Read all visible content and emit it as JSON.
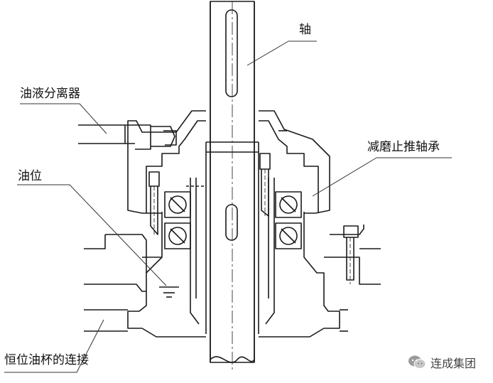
{
  "labels": {
    "shaft": "轴",
    "oil_separator": "油液分离器",
    "thrust_bearing": "减磨止推轴承",
    "oil_level": "油位",
    "cup_connection": "恒位油杯的连接"
  },
  "watermark": {
    "text": "连成集团",
    "icon": "wechat-icon"
  },
  "colors": {
    "line": "#1a1a1a",
    "leader": "#333333",
    "background": "#ffffff"
  }
}
